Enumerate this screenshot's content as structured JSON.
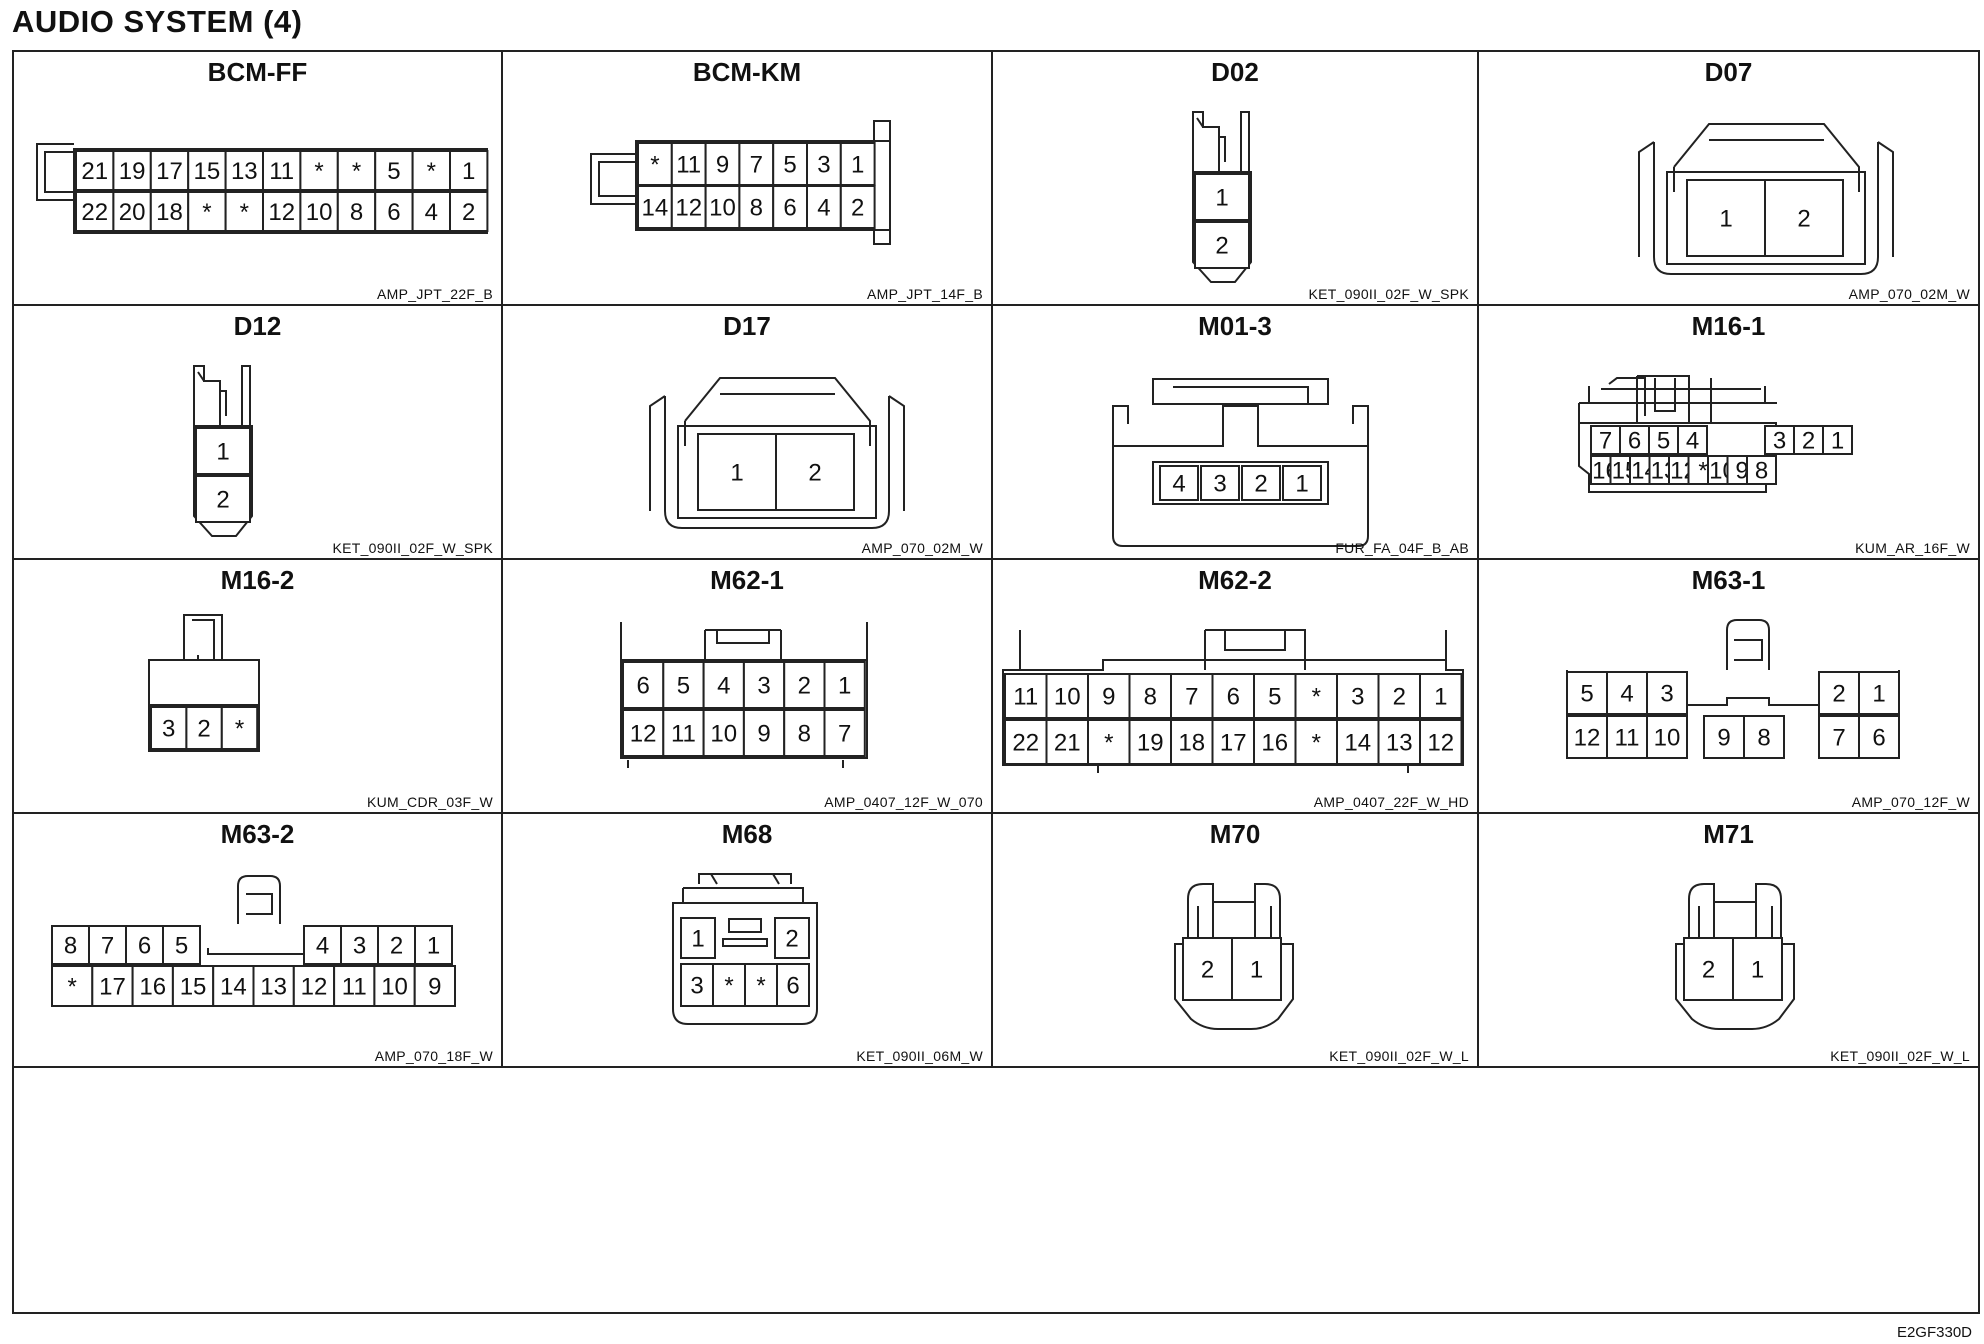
{
  "title": "AUDIO SYSTEM (4)",
  "figure_code": "E2GF330D",
  "connectors": [
    {
      "name": "BCM-FF",
      "code": "AMP_JPT_22F_B",
      "rows": [
        [
          "21",
          "19",
          "17",
          "15",
          "13",
          "11",
          "*",
          "*",
          "5",
          "*",
          "1"
        ],
        [
          "22",
          "20",
          "18",
          "*",
          "*",
          "12",
          "10",
          "8",
          "6",
          "4",
          "2"
        ]
      ]
    },
    {
      "name": "BCM-KM",
      "code": "AMP_JPT_14F_B",
      "rows": [
        [
          "*",
          "11",
          "9",
          "7",
          "5",
          "3",
          "1"
        ],
        [
          "14",
          "12",
          "10",
          "8",
          "6",
          "4",
          "2"
        ]
      ]
    },
    {
      "name": "D02",
      "code": "KET_090II_02F_W_SPK",
      "rows": [
        [
          "1"
        ],
        [
          "2"
        ]
      ]
    },
    {
      "name": "D07",
      "code": "AMP_070_02M_W",
      "rows": [
        [
          "1",
          "2"
        ]
      ]
    },
    {
      "name": "D12",
      "code": "KET_090II_02F_W_SPK",
      "rows": [
        [
          "1"
        ],
        [
          "2"
        ]
      ]
    },
    {
      "name": "D17",
      "code": "AMP_070_02M_W",
      "rows": [
        [
          "1",
          "2"
        ]
      ]
    },
    {
      "name": "M01-3",
      "code": "FUR_FA_04F_B_AB",
      "rows": [
        [
          "4",
          "3",
          "2",
          "1"
        ]
      ]
    },
    {
      "name": "M16-1",
      "code": "KUM_AR_16F_W",
      "rows": [
        [
          "7",
          "6",
          "5",
          "4",
          "",
          "3",
          "2",
          "1"
        ],
        [
          "16",
          "15",
          "14",
          "13",
          "12",
          "*",
          "10",
          "9",
          "8"
        ]
      ]
    },
    {
      "name": "M16-2",
      "code": "KUM_CDR_03F_W",
      "rows": [
        [
          "3",
          "2",
          "*"
        ]
      ]
    },
    {
      "name": "M62-1",
      "code": "AMP_0407_12F_W_070",
      "rows": [
        [
          "6",
          "5",
          "4",
          "3",
          "2",
          "1"
        ],
        [
          "12",
          "11",
          "10",
          "9",
          "8",
          "7"
        ]
      ]
    },
    {
      "name": "M62-2",
      "code": "AMP_0407_22F_W_HD",
      "rows": [
        [
          "11",
          "10",
          "9",
          "8",
          "7",
          "6",
          "5",
          "*",
          "3",
          "2",
          "1"
        ],
        [
          "22",
          "21",
          "*",
          "19",
          "18",
          "17",
          "16",
          "*",
          "14",
          "13",
          "12"
        ]
      ]
    },
    {
      "name": "M63-1",
      "code": "AMP_070_12F_W",
      "rows": [
        [
          "5",
          "4",
          "3",
          "",
          "",
          "2",
          "1"
        ],
        [
          "12",
          "11",
          "10",
          "9",
          "8",
          "7",
          "6"
        ]
      ]
    },
    {
      "name": "M63-2",
      "code": "AMP_070_18F_W",
      "rows": [
        [
          "8",
          "7",
          "6",
          "5",
          "",
          "",
          "4",
          "3",
          "2",
          "1"
        ],
        [
          "*",
          "17",
          "16",
          "15",
          "14",
          "13",
          "12",
          "11",
          "10",
          "9"
        ]
      ]
    },
    {
      "name": "M68",
      "code": "KET_090II_06M_W",
      "rows": [
        [
          "1",
          "2"
        ],
        [
          "3",
          "*",
          "*",
          "6"
        ]
      ]
    },
    {
      "name": "M70",
      "code": "KET_090II_02F_W_L",
      "rows": [
        [
          "2",
          "1"
        ]
      ]
    },
    {
      "name": "M71",
      "code": "KET_090II_02F_W_L",
      "rows": [
        [
          "2",
          "1"
        ]
      ]
    }
  ]
}
